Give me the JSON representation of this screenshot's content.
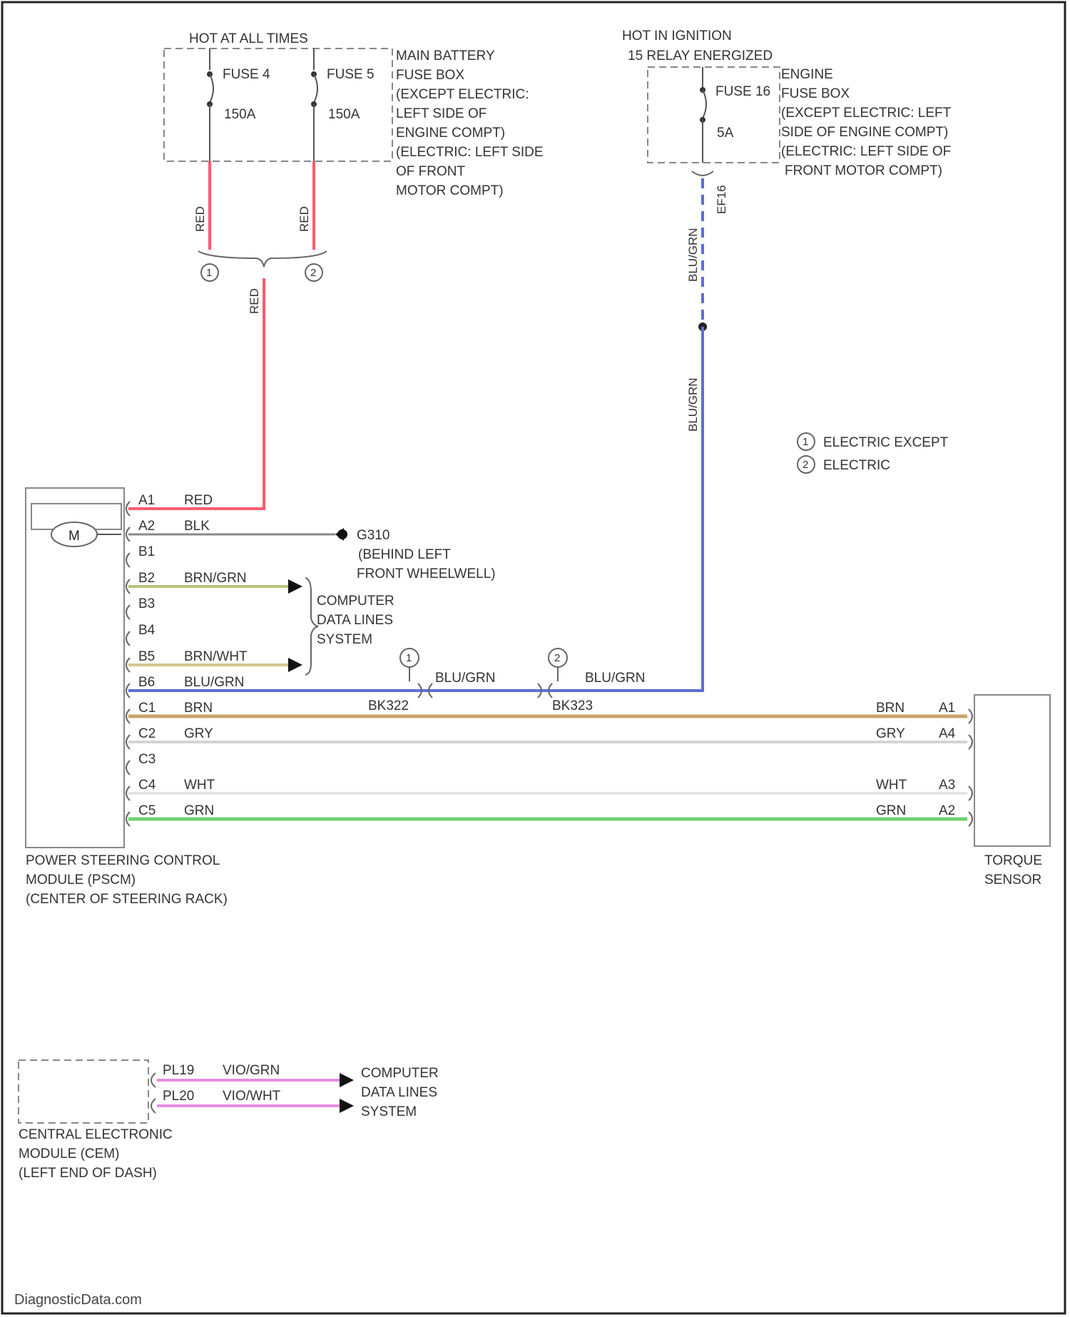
{
  "fusebox_main": {
    "header": "HOT AT ALL TIMES",
    "fuse_a_label": "FUSE 4",
    "fuse_a_rating": "150A",
    "fuse_b_label": "FUSE 5",
    "fuse_b_rating": "150A",
    "desc": [
      "MAIN BATTERY",
      "FUSE BOX",
      "(EXCEPT ELECTRIC:",
      "LEFT SIDE OF",
      "ENGINE COMPT)",
      "(ELECTRIC: LEFT SIDE",
      "OF FRONT",
      "MOTOR COMPT)"
    ],
    "wire_a_color": "RED",
    "wire_b_color": "RED",
    "splice_a": "1",
    "splice_b": "2",
    "wire_joined_color": "RED"
  },
  "fusebox_engine": {
    "header": [
      "HOT IN IGNITION",
      "15 RELAY ENERGIZED"
    ],
    "fuse_label": "FUSE 16",
    "fuse_rating": "5A",
    "desc": [
      "ENGINE",
      "FUSE BOX",
      "(EXCEPT ELECTRIC: LEFT",
      "SIDE OF ENGINE COMPT)",
      "(ELECTRIC: LEFT SIDE OF",
      "FRONT MOTOR COMPT)"
    ],
    "connector": "EF16",
    "wire_upper_color": "BLU/GRN",
    "wire_lower_color": "BLU/GRN"
  },
  "legend": [
    {
      "num": "1",
      "text": "ELECTRIC EXCEPT"
    },
    {
      "num": "2",
      "text": "ELECTRIC"
    }
  ],
  "pscm": {
    "motor_symbol": "M",
    "name": [
      "POWER STEERING CONTROL",
      "MODULE (PSCM)",
      "(CENTER OF STEERING RACK)"
    ],
    "pins": [
      {
        "pin": "A1",
        "color": "RED"
      },
      {
        "pin": "A2",
        "color": "BLK"
      },
      {
        "pin": "B1",
        "color": ""
      },
      {
        "pin": "B2",
        "color": "BRN/GRN"
      },
      {
        "pin": "B3",
        "color": ""
      },
      {
        "pin": "B4",
        "color": ""
      },
      {
        "pin": "B5",
        "color": "BRN/WHT"
      },
      {
        "pin": "B6",
        "color": "BLU/GRN"
      },
      {
        "pin": "C1",
        "color": "BRN"
      },
      {
        "pin": "C2",
        "color": "GRY"
      },
      {
        "pin": "C3",
        "color": ""
      },
      {
        "pin": "C4",
        "color": "WHT"
      },
      {
        "pin": "C5",
        "color": "GRN"
      }
    ]
  },
  "ground": {
    "id": "G310",
    "desc": [
      "(BEHIND LEFT",
      "FRONT WHEELWELL)"
    ]
  },
  "data_lines_1": [
    "COMPUTER",
    "DATA LINES",
    "SYSTEM"
  ],
  "splices_b6": [
    {
      "num": "1",
      "connector": "BK322",
      "wire": "BLU/GRN"
    },
    {
      "num": "2",
      "connector": "BK323",
      "wire": "BLU/GRN"
    }
  ],
  "torque_sensor": {
    "name": [
      "TORQUE",
      "SENSOR"
    ],
    "pins": [
      {
        "pin": "A1",
        "color": "BRN"
      },
      {
        "pin": "A4",
        "color": "GRY"
      },
      {
        "pin": "A3",
        "color": "WHT"
      },
      {
        "pin": "A2",
        "color": "GRN"
      }
    ]
  },
  "cem": {
    "name": [
      "CENTRAL ELECTRONIC",
      "MODULE (CEM)",
      "(LEFT END OF DASH)"
    ],
    "pins": [
      {
        "pin": "PL19",
        "color": "VIO/GRN"
      },
      {
        "pin": "PL20",
        "color": "VIO/WHT"
      }
    ]
  },
  "data_lines_2": [
    "COMPUTER",
    "DATA LINES",
    "SYSTEM"
  ],
  "watermark": "DiagnosticData.com",
  "wire_colors": {
    "red": "#ff5a6e",
    "blk": "#888888",
    "brn_grn": "#b9c27a",
    "brn_wht": "#d8c48a",
    "blu": "#5b6fd6",
    "brn": "#c9a46a",
    "gry": "#d4d4d4",
    "wht": "#e4e4e4",
    "grn": "#6fd06f",
    "vio": "#e58be0"
  }
}
